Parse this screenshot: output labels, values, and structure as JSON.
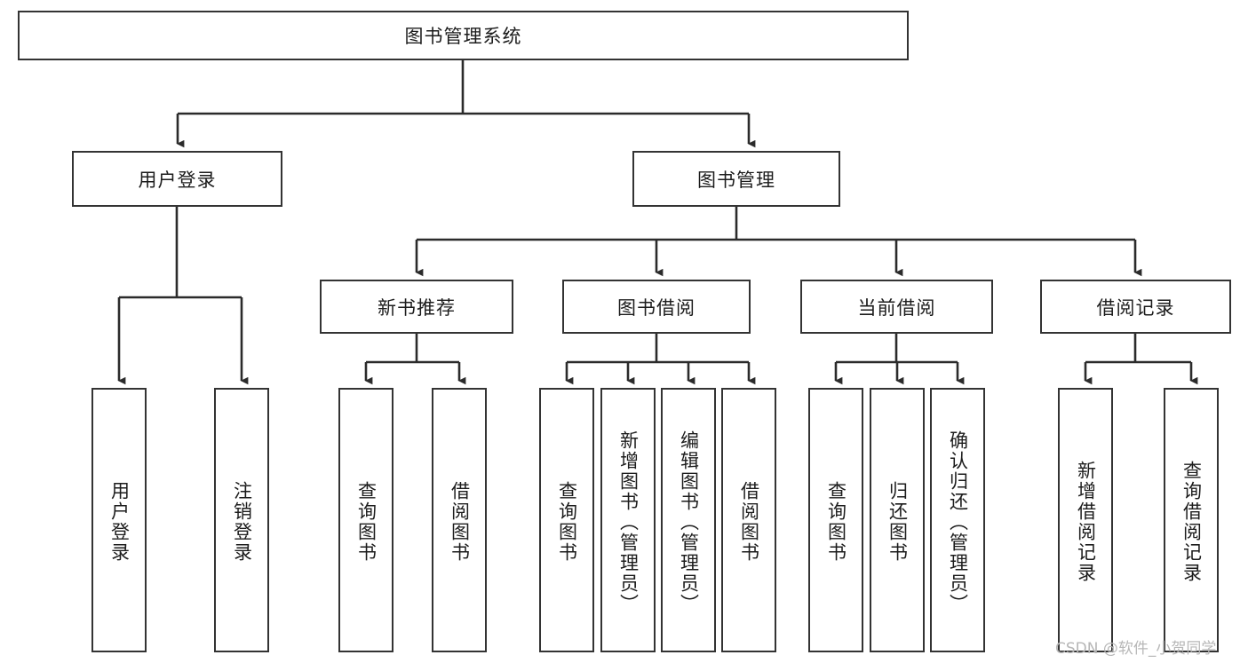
{
  "diagram": {
    "type": "tree",
    "title": "图书管理系统",
    "root": {
      "label": "图书管理系统",
      "children": [
        {
          "label": "用户登录",
          "children": [
            {
              "label": "用户登录"
            },
            {
              "label": "注销登录"
            }
          ]
        },
        {
          "label": "图书管理",
          "children": [
            {
              "label": "新书推荐",
              "children": [
                {
                  "label": "查询图书"
                },
                {
                  "label": "借阅图书"
                }
              ]
            },
            {
              "label": "图书借阅",
              "children": [
                {
                  "label": "查询图书"
                },
                {
                  "label": "新增图书（管理员）"
                },
                {
                  "label": "编辑图书（管理员）"
                },
                {
                  "label": "借阅图书"
                }
              ]
            },
            {
              "label": "当前借阅",
              "children": [
                {
                  "label": "查询图书"
                },
                {
                  "label": "归还图书"
                },
                {
                  "label": "确认归还（管理员）"
                }
              ]
            },
            {
              "label": "借阅记录",
              "children": [
                {
                  "label": "新增借阅记录"
                },
                {
                  "label": "查询借阅记录"
                }
              ]
            }
          ]
        }
      ]
    }
  },
  "nodes": {
    "root": {
      "label": "图书管理系统"
    },
    "level1": [
      {
        "label": "用户登录"
      },
      {
        "label": "图书管理"
      }
    ],
    "level2": [
      {
        "label": "新书推荐"
      },
      {
        "label": "图书借阅"
      },
      {
        "label": "当前借阅"
      },
      {
        "label": "借阅记录"
      }
    ],
    "leaves_user_login": [
      {
        "label": "用户登录"
      },
      {
        "label": "注销登录"
      }
    ],
    "leaves_new_book": [
      {
        "label": "查询图书"
      },
      {
        "label": "借阅图书"
      }
    ],
    "leaves_borrow": [
      {
        "label": "查询图书"
      },
      {
        "label": "新增图书（管理员）"
      },
      {
        "label": "编辑图书（管理员）"
      },
      {
        "label": "借阅图书"
      }
    ],
    "leaves_current": [
      {
        "label": "查询图书"
      },
      {
        "label": "归还图书"
      },
      {
        "label": "确认归还（管理员）"
      }
    ],
    "leaves_record": [
      {
        "label": "新增借阅记录"
      },
      {
        "label": "查询借阅记录"
      }
    ]
  },
  "watermark": {
    "text": "CSDN @软件_小贺同学"
  },
  "colors": {
    "background": "#ffffff",
    "box_border": "#333333",
    "box_fill": "#ffffff",
    "connector": "#2b2b2b",
    "text": "#1c1c1c",
    "watermark": "#b7b7b7"
  }
}
